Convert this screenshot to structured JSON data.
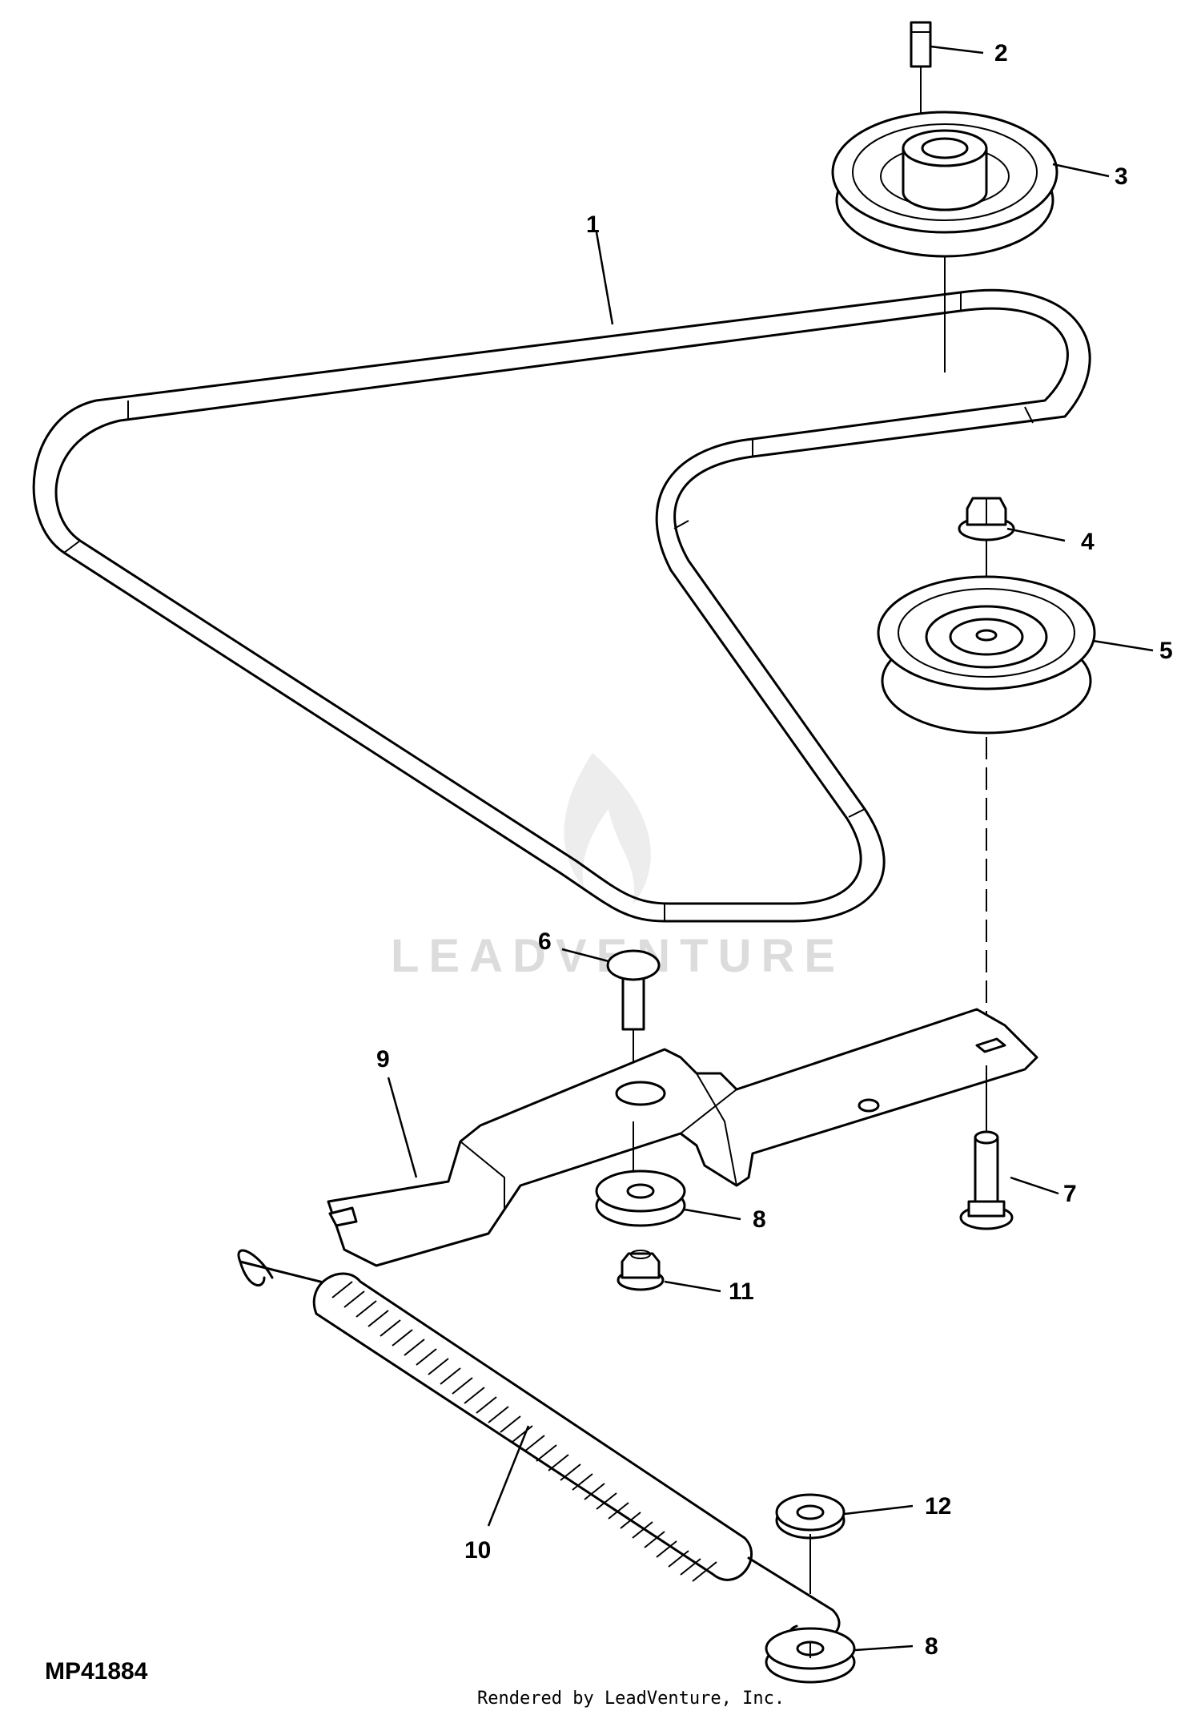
{
  "figure_id": "MP41884",
  "credit": "Rendered by LeadVenture, Inc.",
  "watermark": "LEADVENTURE",
  "callouts": [
    {
      "id": "1",
      "label": "1"
    },
    {
      "id": "2",
      "label": "2"
    },
    {
      "id": "3",
      "label": "3"
    },
    {
      "id": "4",
      "label": "4"
    },
    {
      "id": "5",
      "label": "5"
    },
    {
      "id": "6",
      "label": "6"
    },
    {
      "id": "7",
      "label": "7"
    },
    {
      "id": "8a",
      "label": "8"
    },
    {
      "id": "8b",
      "label": "8"
    },
    {
      "id": "9",
      "label": "9"
    },
    {
      "id": "10",
      "label": "10"
    },
    {
      "id": "11",
      "label": "11"
    },
    {
      "id": "12",
      "label": "12"
    }
  ]
}
